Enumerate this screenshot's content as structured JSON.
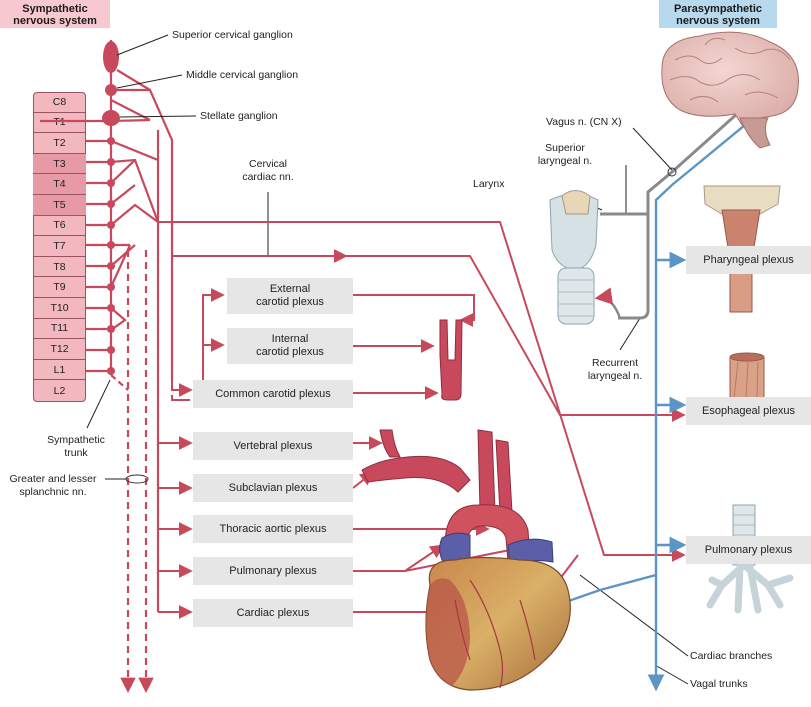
{
  "headers": {
    "sympathetic": [
      "Sympathetic",
      "nervous system"
    ],
    "parasympathetic": [
      "Parasympathetic",
      "nervous system"
    ]
  },
  "spinal_segments": [
    "C8",
    "T1",
    "T2",
    "T3",
    "T4",
    "T5",
    "T6",
    "T7",
    "T8",
    "T9",
    "T10",
    "T11",
    "T12",
    "L1",
    "L2"
  ],
  "ganglia_labels": {
    "superior": "Superior cervical ganglion",
    "middle": "Middle cervical ganglion",
    "stellate": "Stellate ganglion"
  },
  "labels": {
    "cervical_cardiac": [
      "Cervical",
      "cardiac nn."
    ],
    "sympathetic_trunk": [
      "Sympathetic",
      "trunk"
    ],
    "splanchnic": [
      "Greater and lesser",
      "splanchnic nn."
    ],
    "vagus": "Vagus n. (CN X)",
    "superior_laryngeal": [
      "Superior",
      "laryngeal n."
    ],
    "larynx": "Larynx",
    "recurrent_laryngeal": [
      "Recurrent",
      "laryngeal n."
    ],
    "cardiac_branches": "Cardiac branches",
    "vagal_trunks": "Vagal trunks"
  },
  "symp_plexuses": {
    "external_carotid": [
      "External",
      "carotid plexus"
    ],
    "internal_carotid": [
      "Internal",
      "carotid plexus"
    ],
    "common_carotid": "Common carotid plexus",
    "vertebral": "Vertebral plexus",
    "subclavian": "Subclavian plexus",
    "thoracic_aortic": "Thoracic aortic plexus",
    "pulmonary": "Pulmonary plexus",
    "cardiac": "Cardiac plexus"
  },
  "para_plexuses": {
    "pharyngeal": "Pharyngeal plexus",
    "esophageal": "Esophageal plexus",
    "pulmonary": "Pulmonary plexus"
  },
  "colors": {
    "sympathetic": "#c8495c",
    "parasympathetic": "#5b95c5",
    "header_symp_bg": "#f7c8cf",
    "header_para_bg": "#b8d8ee",
    "vagus_gray": "#8a8a8a",
    "box_bg": "#e6e6e6"
  }
}
